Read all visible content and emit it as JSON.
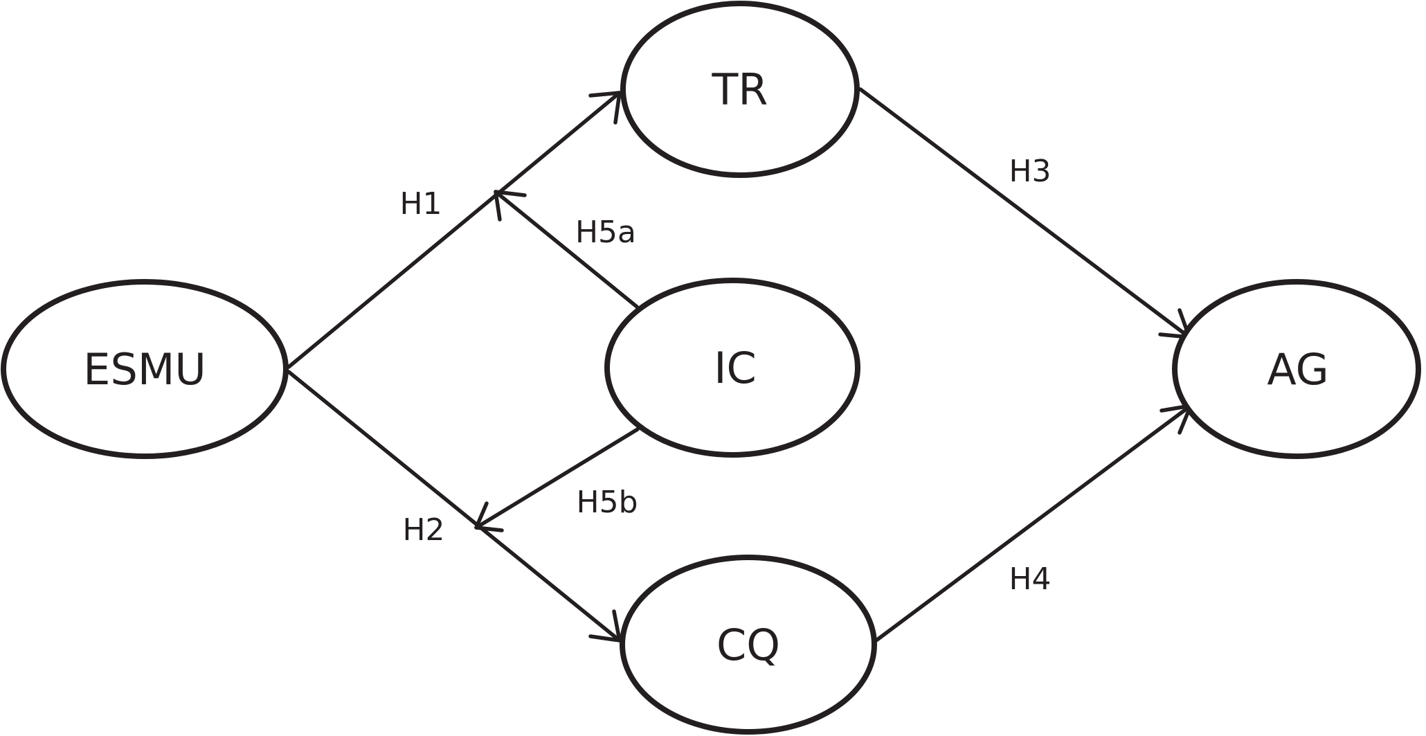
{
  "nodes": {
    "esmu": "ESMU",
    "tr": "TR",
    "ic": "IC",
    "cq": "CQ",
    "ag": "AG"
  },
  "edges": {
    "h1": "H1",
    "h2": "H2",
    "h3": "H3",
    "h4": "H4",
    "h5a": "H5a",
    "h5b": "H5b"
  },
  "colors": {
    "stroke": "#231f20",
    "background": "#ffffff"
  }
}
